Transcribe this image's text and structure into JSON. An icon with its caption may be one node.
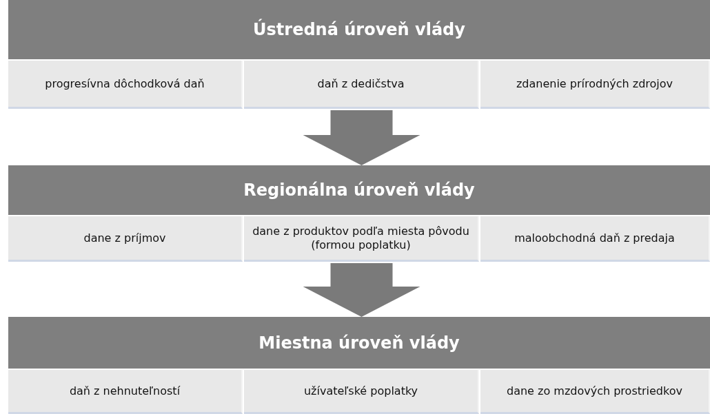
{
  "diagram": {
    "nodes": [
      {
        "text": [
          "Ústredná úroveň vlády"
        ]
      },
      {
        "text": [
          "progresívna dôchodková daň"
        ]
      },
      {
        "text": [
          "daň z dedičstva"
        ]
      },
      {
        "text": [
          "zdanenie prírodných zdrojov"
        ]
      },
      {
        "text": [
          "Regionálna úroveň vlády"
        ]
      },
      {
        "text": [
          "dane z príjmov"
        ]
      },
      {
        "text": [
          "dane z produktov podľa miesta pôvodu (formou poplatku)"
        ]
      },
      {
        "text": [
          "maloobchodná daň z predaja"
        ]
      },
      {
        "text": [
          "Miestna úroveň vlády"
        ]
      },
      {
        "text": [
          "daň z nehnuteľností"
        ]
      },
      {
        "text": [
          "užívateľské poplatky"
        ]
      },
      {
        "text": [
          "dane zo mzdových prostriedkov"
        ]
      }
    ],
    "edges": [
      {
        "from": 2,
        "to": 4,
        "arrow": "to"
      },
      {
        "from": 6,
        "to": 8,
        "arrow": "to"
      }
    ]
  }
}
